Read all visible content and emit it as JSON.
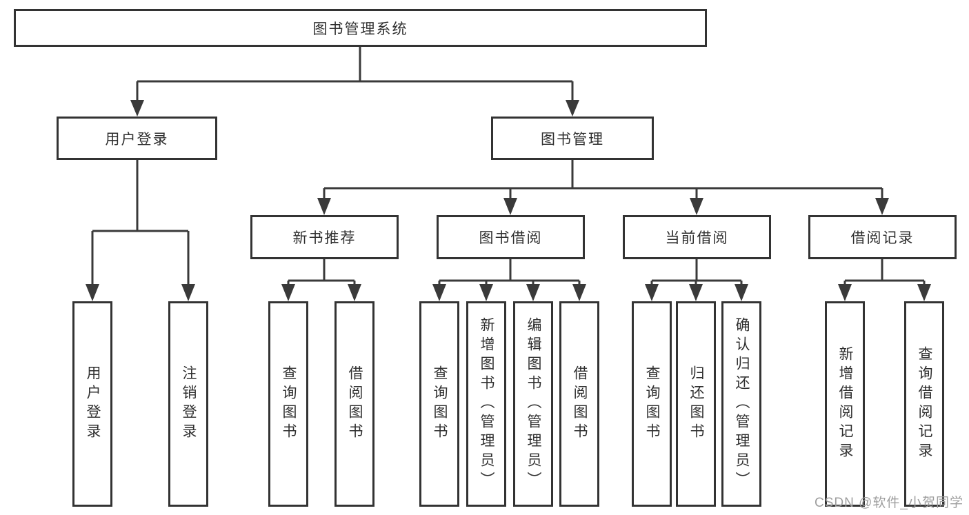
{
  "tree": {
    "label": "图书管理系统",
    "children": [
      {
        "label": "用户登录",
        "children": [
          {
            "label": "用户登录"
          },
          {
            "label": "注销登录"
          }
        ]
      },
      {
        "label": "图书管理",
        "children": [
          {
            "label": "新书推荐",
            "children": [
              {
                "label": "查询图书"
              },
              {
                "label": "借阅图书"
              }
            ]
          },
          {
            "label": "图书借阅",
            "children": [
              {
                "label": "查询图书"
              },
              {
                "label": "新增图书（管理员）"
              },
              {
                "label": "编辑图书（管理员）"
              },
              {
                "label": "借阅图书"
              }
            ]
          },
          {
            "label": "当前借阅",
            "children": [
              {
                "label": "查询图书"
              },
              {
                "label": "归还图书"
              },
              {
                "label": "确认归还（管理员）"
              }
            ]
          },
          {
            "label": "借阅记录",
            "children": [
              {
                "label": "新增借阅记录"
              },
              {
                "label": "查询借阅记录"
              }
            ]
          }
        ]
      }
    ]
  },
  "watermark": "CSDN @软件_小贺同学",
  "colors": {
    "line": "#3a3a3a",
    "box_border": "#333333",
    "text": "#2f2f2f",
    "watermark": "#9e9e9e",
    "background": "#ffffff"
  }
}
